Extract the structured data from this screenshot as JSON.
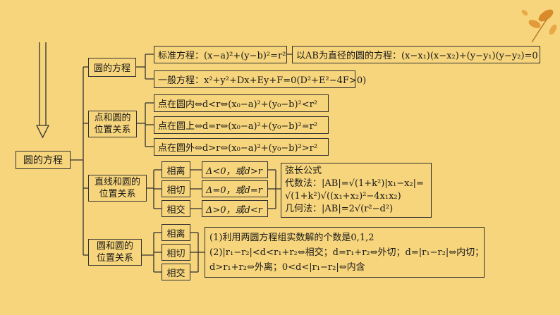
{
  "root": {
    "label": "圆的方程"
  },
  "branches": {
    "equation": {
      "label": "圆的方程",
      "standard": "标准方程：(x−a)²+(y−b)²=r²",
      "diameter": "以AB为直径的圆的方程：(x−x₁)(x−x₂)+(y−y₁)(y−y₂)=0",
      "general": "一般方程：x²+y²+Dx+Ey+F=0(D²+E²−4F>0)"
    },
    "point_circle": {
      "label_line1": "点和圆的",
      "label_line2": "位置关系",
      "inside": "点在圆内⇔d<r⇔(x₀−a)²+(y₀−b)²<r²",
      "on": "点在圆上⇔d=r⇔(x₀−a)²+(y₀−b)²=r²",
      "outside": "点在圆外⇔d>r⇔(x₀−a)²+(y₀−b)²>r²"
    },
    "line_circle": {
      "label_line1": "直线和圆的",
      "label_line2": "位置关系",
      "items": [
        {
          "name": "相离",
          "cond": "Δ<0，或d>r"
        },
        {
          "name": "相切",
          "cond": "Δ=0，或d=r"
        },
        {
          "name": "相交",
          "cond": "Δ>0，或d<r"
        }
      ],
      "chord": {
        "title": "弦长公式",
        "alg1": "代数法：|AB|=√(1+k²)|x₁−x₂|=",
        "alg2": "√(1+k²)√((x₁+x₂)²−4x₁x₂)",
        "geo": "几何法：|AB|=2√(r²−d²)"
      }
    },
    "circle_circle": {
      "label_line1": "圆和圆的",
      "label_line2": "位置关系",
      "items": [
        "相离",
        "相切",
        "相交"
      ],
      "detail": {
        "line1": "(1)利用两圆方程组实数解的个数是0,1,2",
        "line2": "(2)|r₁−r₂|<d<r₁+r₂⇔相交；d=r₁+r₂⇔外切；d=|r₁−r₂|⇔内切；",
        "line3": "d>r₁+r₂⇔外离；0<d<|r₁−r₂|⇔内含"
      }
    }
  },
  "colors": {
    "background": "#f7d57c",
    "line": "#333333",
    "leaf": "#d98a2b"
  }
}
